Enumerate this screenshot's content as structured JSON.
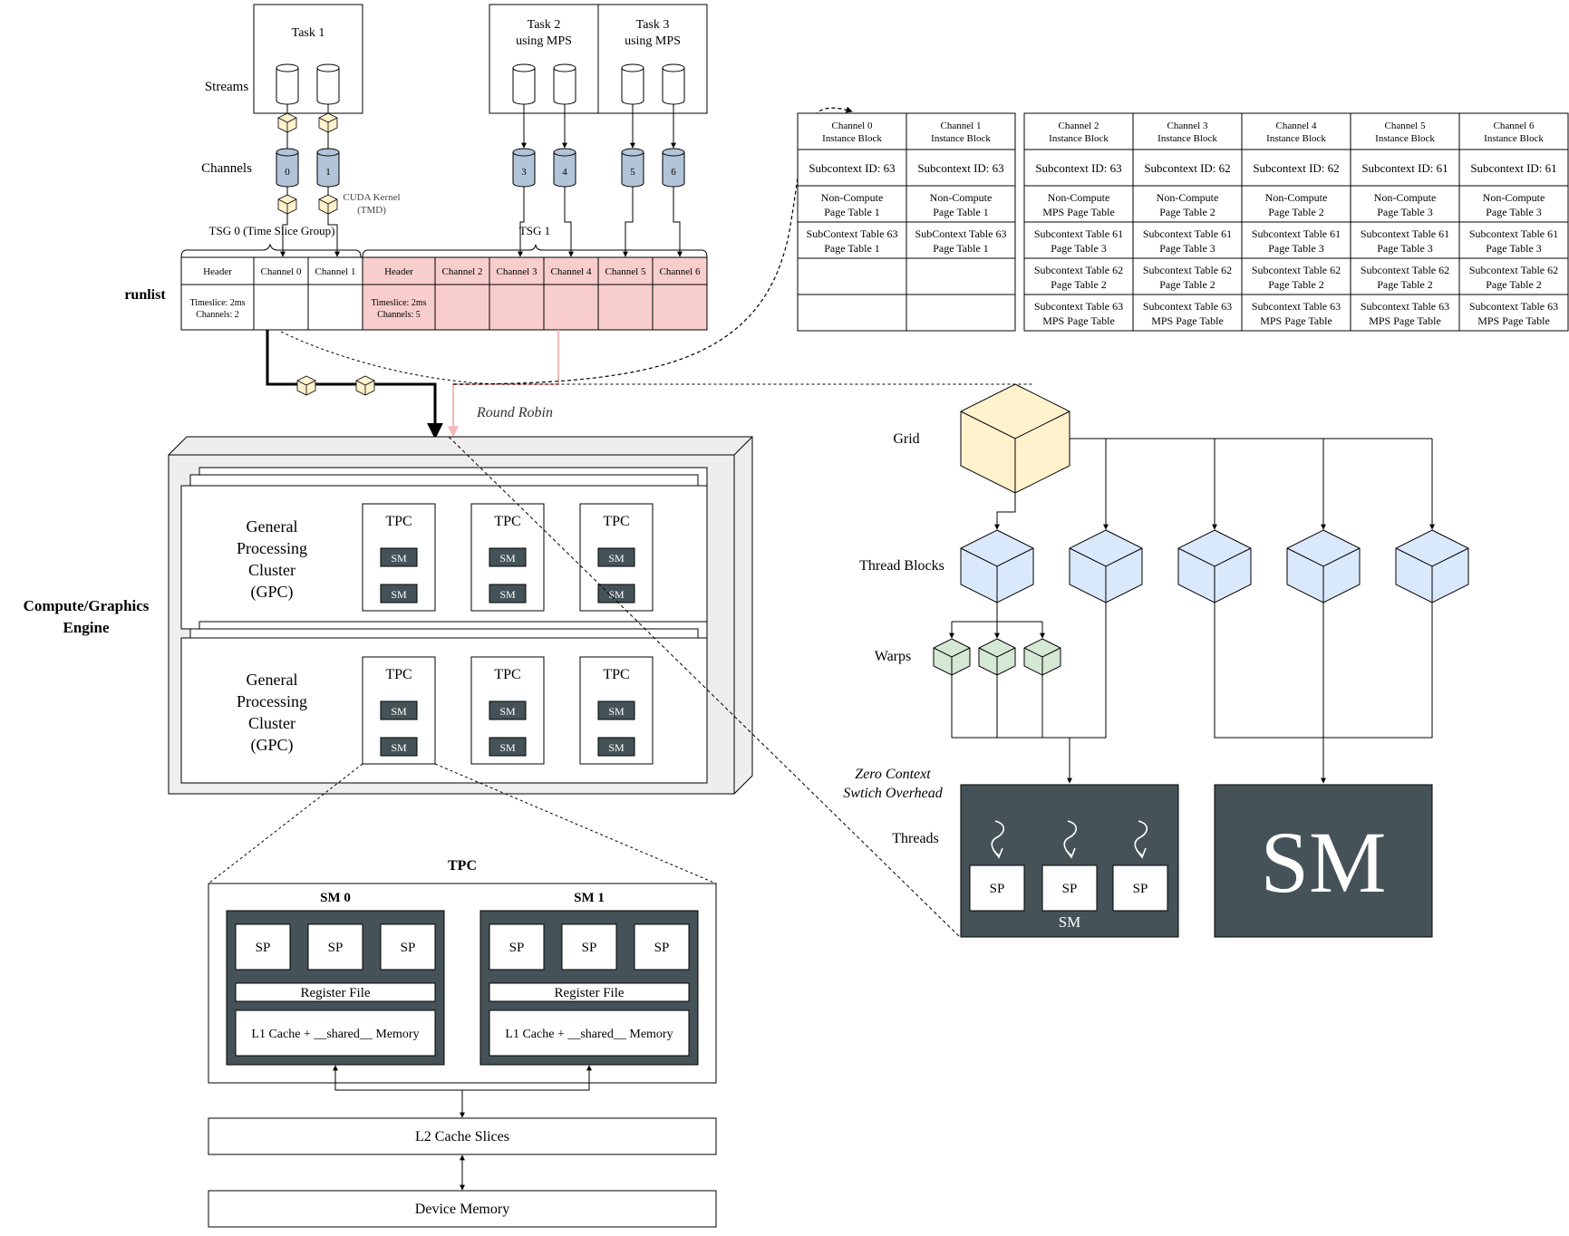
{
  "tasks": [
    {
      "label_line1": "Task 1",
      "label_line2": ""
    },
    {
      "label_line1": "Task 2",
      "label_line2": "using MPS"
    },
    {
      "label_line1": "Task 3",
      "label_line2": "using MPS"
    }
  ],
  "labels": {
    "streams": "Streams",
    "channels": "Channels",
    "cuda_kernel_line1": "CUDA Kernel",
    "cuda_kernel_line2": "(TMD)",
    "tsg0": "TSG 0 (Time Slice Group)",
    "tsg1": "TSG 1",
    "runlist": "runlist",
    "round_robin": "Round Robin",
    "engine_line1": "Compute/Graphics",
    "engine_line2": "Engine",
    "grid": "Grid",
    "thread_blocks": "Thread Blocks",
    "warps": "Warps",
    "zero_ctx_line1": "Zero Context",
    "zero_ctx_line2": "Swtich Overhead",
    "threads": "Threads",
    "sm_small": "SM",
    "sm_big": "SM"
  },
  "channel_numbers": [
    "0",
    "1",
    "3",
    "4",
    "5",
    "6"
  ],
  "runlist": {
    "tsg0_cells": [
      "Header",
      "Channel 0",
      "Channel 1"
    ],
    "tsg1_cells": [
      "Header",
      "Channel 2",
      "Channel 3",
      "Channel 4",
      "Channel 5",
      "Channel 6"
    ],
    "tsg0_timeslice": "Timeslice: 2ms",
    "tsg0_channels": "Channels: 2",
    "tsg1_timeslice": "Timeslice: 2ms",
    "tsg1_channels": "Channels: 5",
    "highlight_color": "#f8cecc"
  },
  "instance_blocks": [
    {
      "title1": "Channel 0",
      "title2": "Instance Block",
      "subctx": "Subcontext ID: 63",
      "row1a": "Non-Compute",
      "row1b": "Page Table 1",
      "row2a": "SubContext Table 63",
      "row2b": "Page Table 1",
      "row3a": "",
      "row3b": "",
      "row4a": "",
      "row4b": ""
    },
    {
      "title1": "Channel 1",
      "title2": "Instance Block",
      "subctx": "Subcontext ID: 63",
      "row1a": "Non-Compute",
      "row1b": "Page Table 1",
      "row2a": "SubContext Table 63",
      "row2b": "Page Table 1",
      "row3a": "",
      "row3b": "",
      "row4a": "",
      "row4b": ""
    },
    {
      "title1": "Channel 2",
      "title2": "Instance Block",
      "subctx": "Subcontext ID: 63",
      "row1a": "Non-Compute",
      "row1b": "MPS Page Table",
      "row2a": "Subcontext Table 61",
      "row2b": "Page Table 3",
      "row3a": "Subcontext Table 62",
      "row3b": "Page Table 2",
      "row4a": "Subcontext Table 63",
      "row4b": "MPS Page Table"
    },
    {
      "title1": "Channel 3",
      "title2": "Instance Block",
      "subctx": "Subcontext ID: 62",
      "row1a": "Non-Compute",
      "row1b": "Page Table 2",
      "row2a": "Subcontext Table 61",
      "row2b": "Page Table 3",
      "row3a": "Subcontext Table 62",
      "row3b": "Page Table 2",
      "row4a": "Subcontext Table 63",
      "row4b": "MPS Page Table"
    },
    {
      "title1": "Channel 4",
      "title2": "Instance Block",
      "subctx": "Subcontext ID: 62",
      "row1a": "Non-Compute",
      "row1b": "Page Table 2",
      "row2a": "Subcontext Table 61",
      "row2b": "Page Table 3",
      "row3a": "Subcontext Table 62",
      "row3b": "Page Table 2",
      "row4a": "Subcontext Table 63",
      "row4b": "MPS Page Table"
    },
    {
      "title1": "Channel 5",
      "title2": "Instance Block",
      "subctx": "Subcontext ID: 61",
      "row1a": "Non-Compute",
      "row1b": "Page Table 3",
      "row2a": "Subcontext Table 61",
      "row2b": "Page Table 3",
      "row3a": "Subcontext Table 62",
      "row3b": "Page Table 2",
      "row4a": "Subcontext Table 63",
      "row4b": "MPS Page Table"
    },
    {
      "title1": "Channel 6",
      "title2": "Instance Block",
      "subctx": "Subcontext ID: 61",
      "row1a": "Non-Compute",
      "row1b": "Page Table 3",
      "row2a": "Subcontext Table 61",
      "row2b": "Page Table 3",
      "row3a": "Subcontext Table 62",
      "row3b": "Page Table 2",
      "row4a": "Subcontext Table 63",
      "row4b": "MPS Page Table"
    }
  ],
  "gpc": {
    "title1": "General",
    "title2": "Processing",
    "title3": "Cluster",
    "title4": "(GPC)",
    "tpc_label": "TPC",
    "sm_label": "SM"
  },
  "tpc_detail": {
    "title": "TPC",
    "sm0": "SM 0",
    "sm1": "SM 1",
    "sp": "SP",
    "register_file": "Register File",
    "l1": "L1 Cache + __shared__ Memory",
    "l2": "L2 Cache Slices",
    "device_memory": "Device Memory"
  },
  "threads_sm": {
    "sp": "SP"
  },
  "colors": {
    "channel_fill": "#b1c4d8",
    "kernel_fill": "#fff2cc",
    "grid_fill": "#fff2cc",
    "block_fill": "#dae8fc",
    "warp_fill": "#d5e8d4",
    "sm_dark": "#455358",
    "round_robin_line": "#f4b6b6"
  }
}
